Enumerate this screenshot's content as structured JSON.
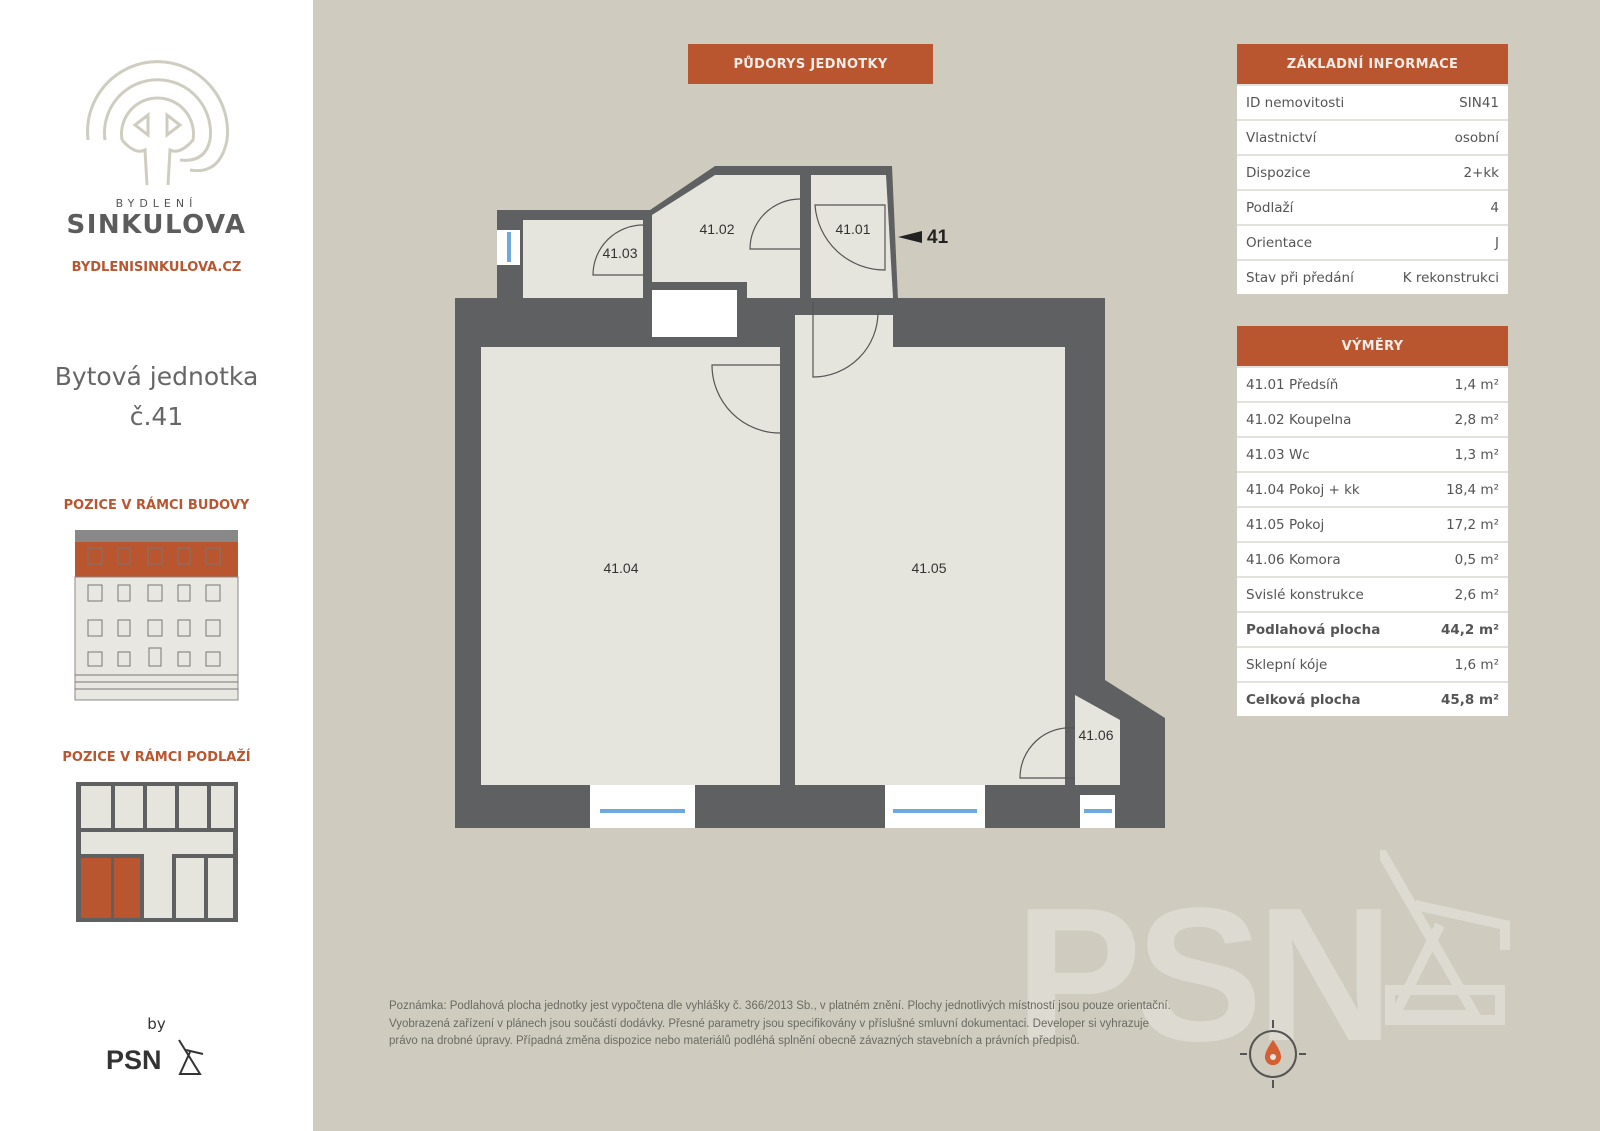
{
  "brand": {
    "small": "BYDLENÍ",
    "name": "SINKULOVA",
    "url": "BYDLENISINKULOVA.CZ"
  },
  "unit": {
    "title_line1": "Bytová jednotka",
    "title_line2": "č.41"
  },
  "sections": {
    "building": "POZICE V RÁMCI BUDOVY",
    "floor": "POZICE V RÁMCI PODLAŽÍ"
  },
  "by": {
    "label": "by",
    "logo": "PSN"
  },
  "plan": {
    "title": "PŮDORYS JEDNOTKY",
    "entrance_label": "41",
    "rooms": {
      "r01": "41.01",
      "r02": "41.02",
      "r03": "41.03",
      "r04": "41.04",
      "r05": "41.05",
      "r06": "41.06"
    }
  },
  "basic": {
    "title": "ZÁKLADNÍ INFORMACE",
    "rows": [
      {
        "label": "ID nemovitosti",
        "value": "SIN41"
      },
      {
        "label": "Vlastnictví",
        "value": "osobní"
      },
      {
        "label": "Dispozice",
        "value": "2+kk"
      },
      {
        "label": "Podlaží",
        "value": "4"
      },
      {
        "label": "Orientace",
        "value": "J"
      },
      {
        "label": "Stav při předání",
        "value": "K rekonstrukci"
      }
    ]
  },
  "areas": {
    "title": "VÝMĚRY",
    "rows": [
      {
        "label": "41.01 Předsíň",
        "value": "1,4 m²"
      },
      {
        "label": "41.02 Koupelna",
        "value": "2,8 m²"
      },
      {
        "label": "41.03 Wc",
        "value": "1,3 m²"
      },
      {
        "label": "41.04 Pokoj + kk",
        "value": "18,4 m²"
      },
      {
        "label": "41.05 Pokoj",
        "value": "17,2 m²"
      },
      {
        "label": "41.06 Komora",
        "value": "0,5 m²"
      },
      {
        "label": "Svislé konstrukce",
        "value": "2,6 m²"
      },
      {
        "label": "Podlahová plocha",
        "value": "44,2 m²"
      },
      {
        "label": "Sklepní kóje",
        "value": "1,6 m²"
      },
      {
        "label": "Celková plocha",
        "value": "45,8 m²"
      }
    ]
  },
  "note": "Poznámka: Podlahová plocha jednotky jest vypočtena dle vyhlášky č. 366/2013 Sb., v platném znění. Plochy jednotlivých místností jsou pouze orientační. Vyobrazená zařízení v plánech jsou součástí dodávky. Přesné parametry jsou specifikovány v příslušné smluvní dokumentaci. Developer si vyhrazuje právo na drobné úpravy. Případná změna dispozice nebo materiálů podléhá splnění obecně závazných stavebních a právních předpisů.",
  "watermark": "PSN",
  "colors": {
    "accent": "#b9552f",
    "wall": "#5f6062",
    "room": "#e6e5dd",
    "bg": "#cfccbf"
  }
}
